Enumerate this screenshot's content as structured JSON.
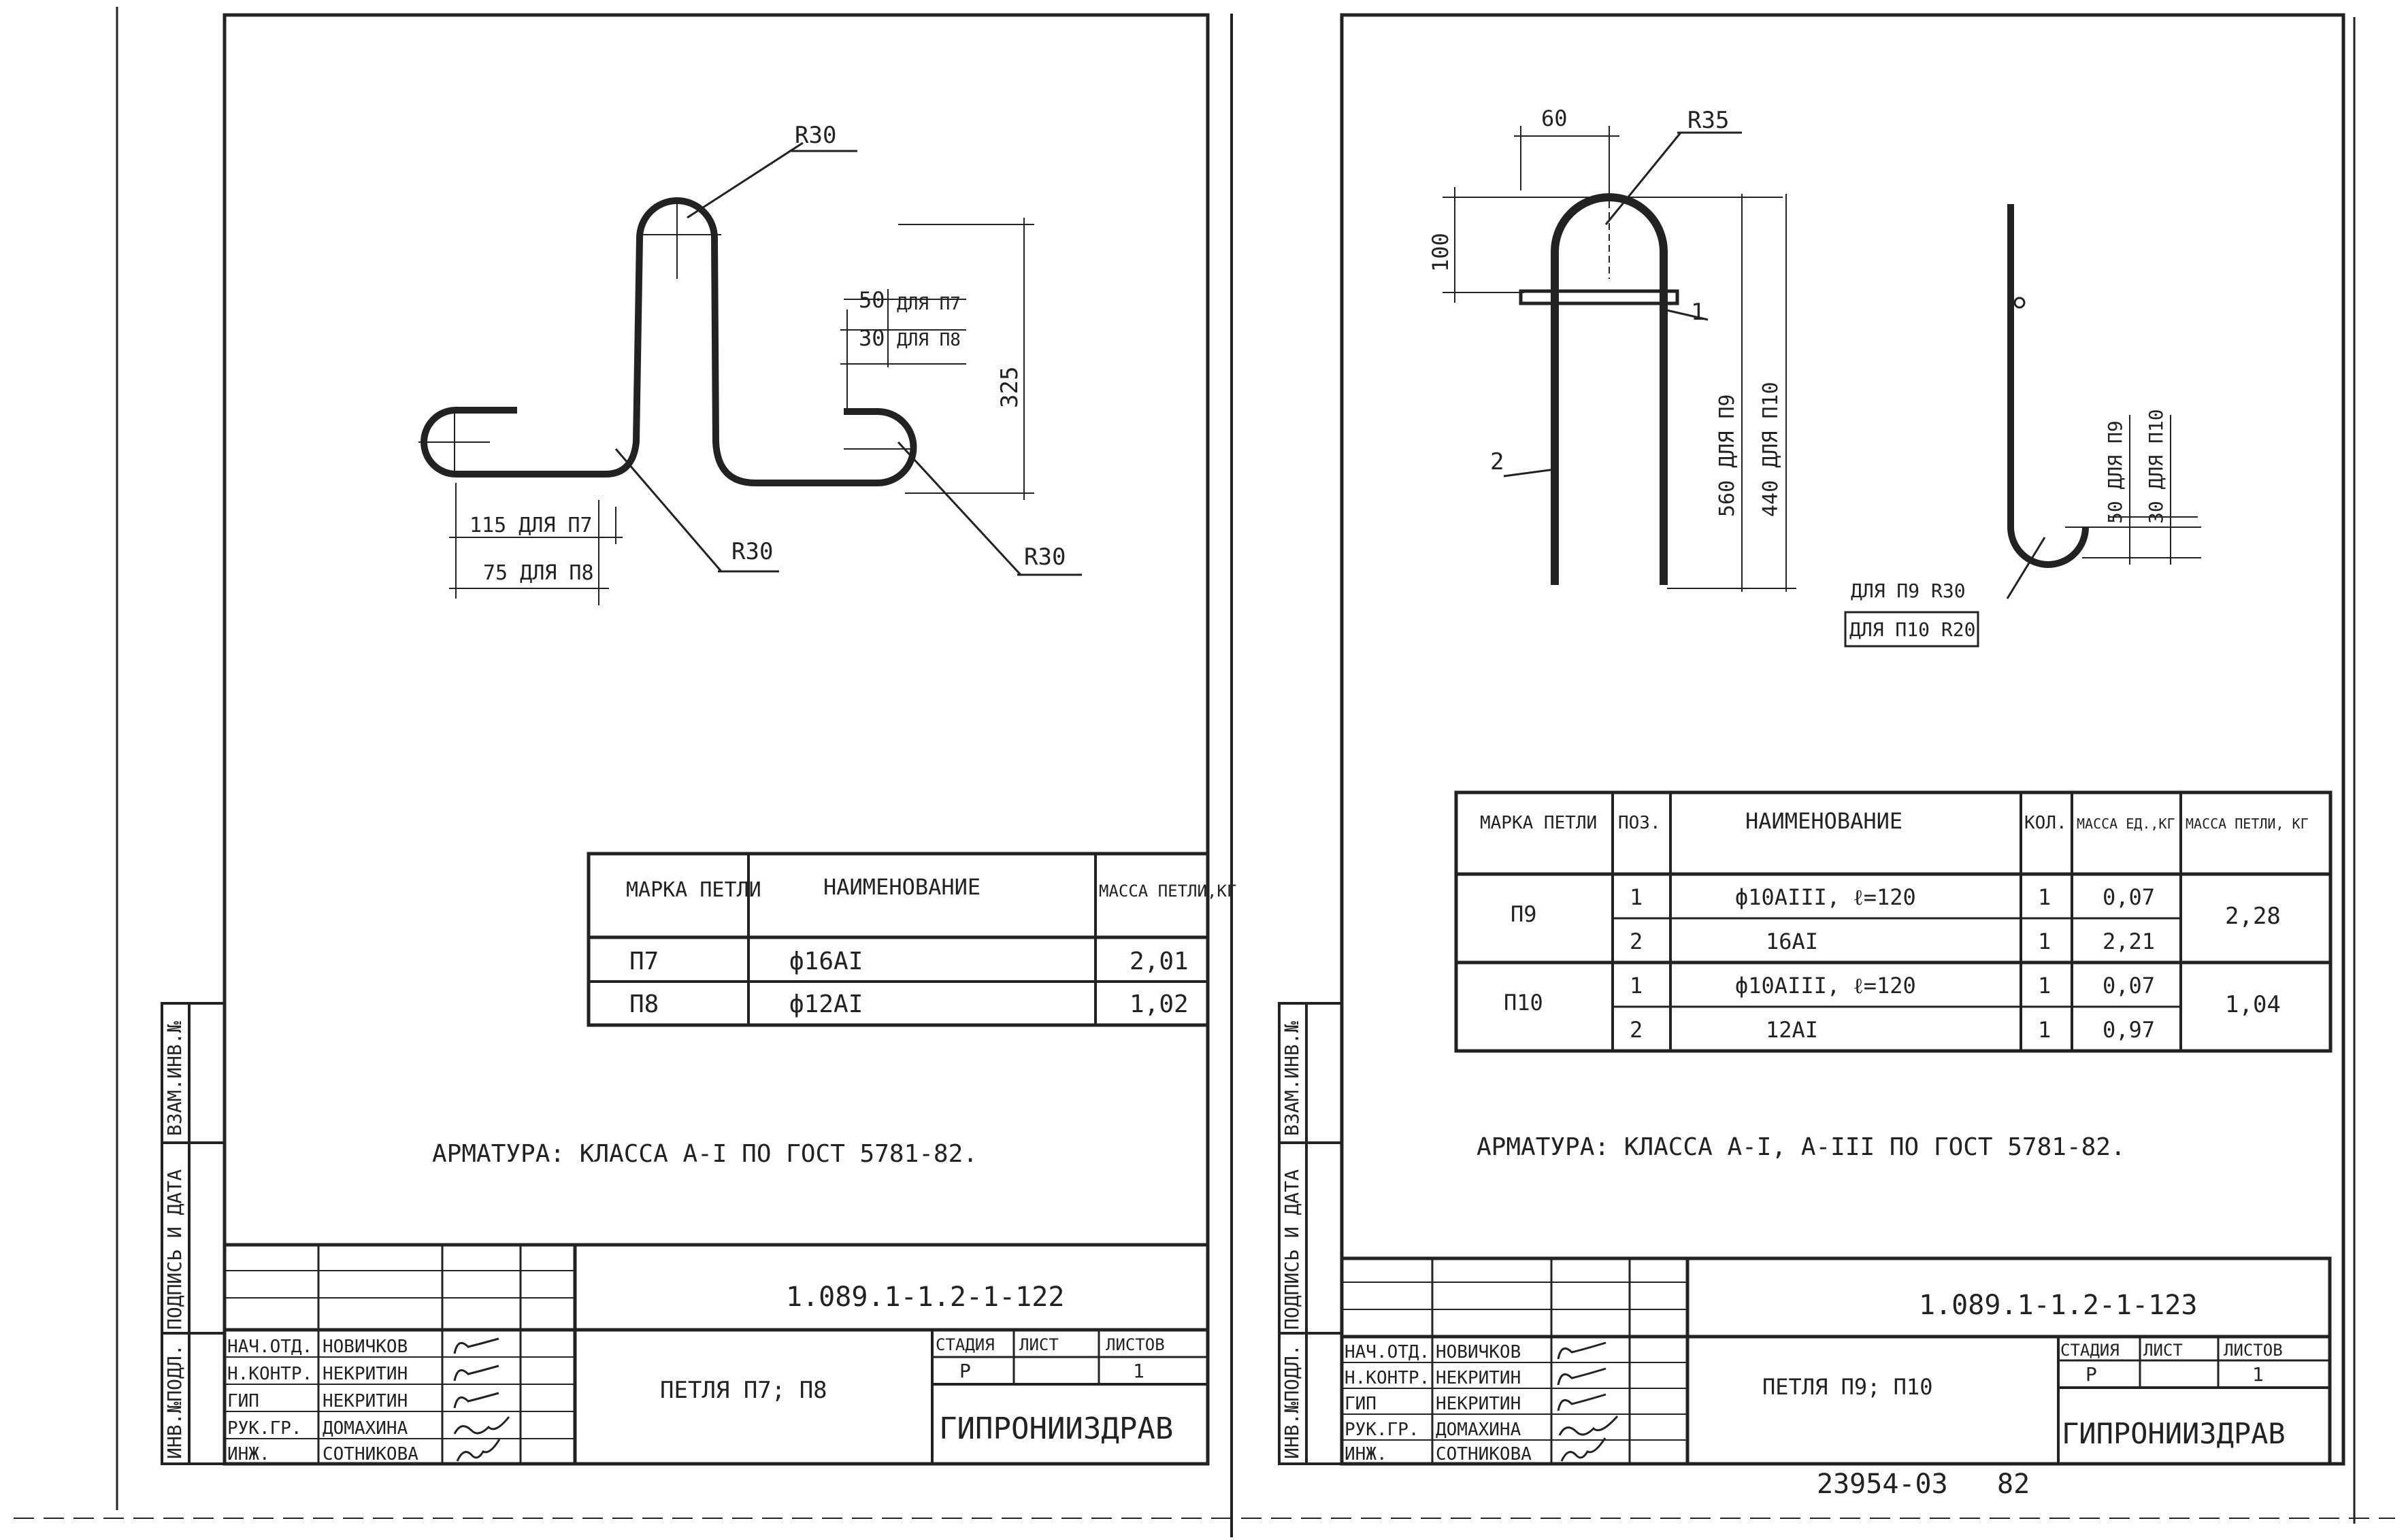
{
  "left_sheet": {
    "drawing": {
      "radius_top": "R30",
      "radius_left_bend": "R30",
      "radius_right_hook": "R30",
      "dim_50": "50",
      "dim_50_note": "ДЛЯ П7",
      "dim_30": "30",
      "dim_30_note": "ДЛЯ П8",
      "dim_height": "325",
      "dim_115": "115 ДЛЯ П7",
      "dim_75": "75 ДЛЯ П8"
    },
    "spec_table": {
      "headers": [
        "МАРКА ПЕТЛИ",
        "НАИМЕНОВАНИЕ",
        "МАССА ПЕТЛИ,КГ"
      ],
      "rows": [
        {
          "mark": "П7",
          "name": "ф16АI",
          "mass": "2,01"
        },
        {
          "mark": "П8",
          "name": "ф12АI",
          "mass": "1,02"
        }
      ]
    },
    "note": "АРМАТУРА: КЛАССА А-I ПО ГОСТ 5781-82.",
    "title_block": {
      "code": "1.089.1-1.2-1-122",
      "title": "ПЕТЛЯ П7; П8",
      "stage_label": "СТАДИЯ",
      "sheet_label": "ЛИСТ",
      "sheets_label": "ЛИСТОВ",
      "stage": "Р",
      "sheets": "1",
      "org": "ГИПРОНИИЗДРАВ",
      "people": [
        {
          "role": "НАЧ.ОТД.",
          "name": "НОВИЧКОВ"
        },
        {
          "role": "Н.КОНТР.",
          "name": "НЕКРИТИН"
        },
        {
          "role": "ГИП",
          "name": "НЕКРИТИН"
        },
        {
          "role": "РУК.ГР.",
          "name": "ДОМАХИНА"
        },
        {
          "role": "ИНЖ.",
          "name": "СОТНИКОВА"
        }
      ]
    },
    "side_labels": [
      "ИНВ.№ПОДЛ.",
      "ПОДПИСЬ И ДАТА",
      "ВЗАМ.ИНВ.№"
    ]
  },
  "right_sheet": {
    "drawing": {
      "dim_60": "60",
      "radius_top": "R35",
      "dim_100": "100",
      "pos_1": "1",
      "pos_2": "2",
      "dim_560": "560 ДЛЯ П9",
      "dim_440": "440 ДЛЯ П10",
      "dim_50": "50 ДЛЯ П9",
      "dim_30": "30 ДЛЯ П10",
      "radius_p9": "ДЛЯ П9 R30",
      "radius_p10": "ДЛЯ П10 R20"
    },
    "spec_table": {
      "headers": [
        "МАРКА ПЕТЛИ",
        "ПОЗ.",
        "НАИМЕНОВАНИЕ",
        "КОЛ.",
        "МАССА ЕД.,КГ",
        "МАССА ПЕТЛИ, КГ"
      ],
      "groups": [
        {
          "mark": "П9",
          "total": "2,28",
          "rows": [
            {
              "pos": "1",
              "name": "ф10АIII, ℓ=120",
              "qty": "1",
              "unit": "0,07"
            },
            {
              "pos": "2",
              "name": "16АI",
              "qty": "1",
              "unit": "2,21"
            }
          ]
        },
        {
          "mark": "П10",
          "total": "1,04",
          "rows": [
            {
              "pos": "1",
              "name": "ф10АIII, ℓ=120",
              "qty": "1",
              "unit": "0,07"
            },
            {
              "pos": "2",
              "name": "12АI",
              "qty": "1",
              "unit": "0,97"
            }
          ]
        }
      ]
    },
    "note": "АРМАТУРА: КЛАССА А-I, А-III ПО ГОСТ 5781-82.",
    "title_block": {
      "code": "1.089.1-1.2-1-123",
      "title": "ПЕТЛЯ П9; П10",
      "stage_label": "СТАДИЯ",
      "sheet_label": "ЛИСТ",
      "sheets_label": "ЛИСТОВ",
      "stage": "Р",
      "sheets": "1",
      "org": "ГИПРОНИИЗДРАВ",
      "people": [
        {
          "role": "НАЧ.ОТД.",
          "name": "НОВИЧКОВ"
        },
        {
          "role": "Н.КОНТР.",
          "name": "НЕКРИТИН"
        },
        {
          "role": "ГИП",
          "name": "НЕКРИТИН"
        },
        {
          "role": "РУК.ГР.",
          "name": "ДОМАХИНА"
        },
        {
          "role": "ИНЖ.",
          "name": "СОТНИКОВА"
        }
      ]
    },
    "side_labels": [
      "ИНВ.№ПОДЛ.",
      "ПОДПИСЬ И ДАТА",
      "ВЗАМ.ИНВ.№"
    ],
    "stamp": "23954-03",
    "page": "82"
  }
}
